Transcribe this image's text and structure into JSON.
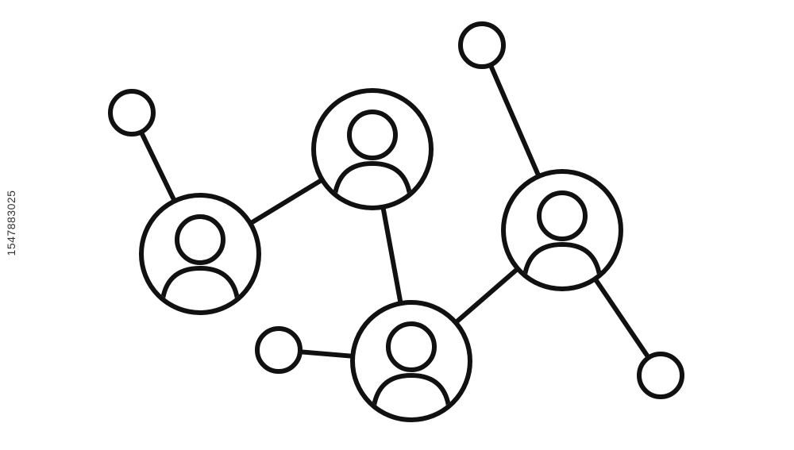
{
  "diagram": {
    "stroke_color": "#111111",
    "background": "#ffffff",
    "person_nodes": [
      {
        "id": "p1",
        "icon": "user-icon"
      },
      {
        "id": "p2",
        "icon": "user-icon"
      },
      {
        "id": "p3",
        "icon": "user-icon"
      },
      {
        "id": "p4",
        "icon": "user-icon"
      }
    ],
    "leaf_nodes": [
      {
        "id": "l1"
      },
      {
        "id": "l2"
      },
      {
        "id": "l3"
      },
      {
        "id": "l4"
      }
    ],
    "edges": [
      [
        "l1",
        "p1"
      ],
      [
        "p1",
        "p2"
      ],
      [
        "p2",
        "p3"
      ],
      [
        "l2",
        "p3"
      ],
      [
        "p3",
        "p4"
      ],
      [
        "l3",
        "p4"
      ],
      [
        "p4",
        "l4"
      ]
    ]
  },
  "watermark": {
    "stock_id": "1547883025"
  }
}
